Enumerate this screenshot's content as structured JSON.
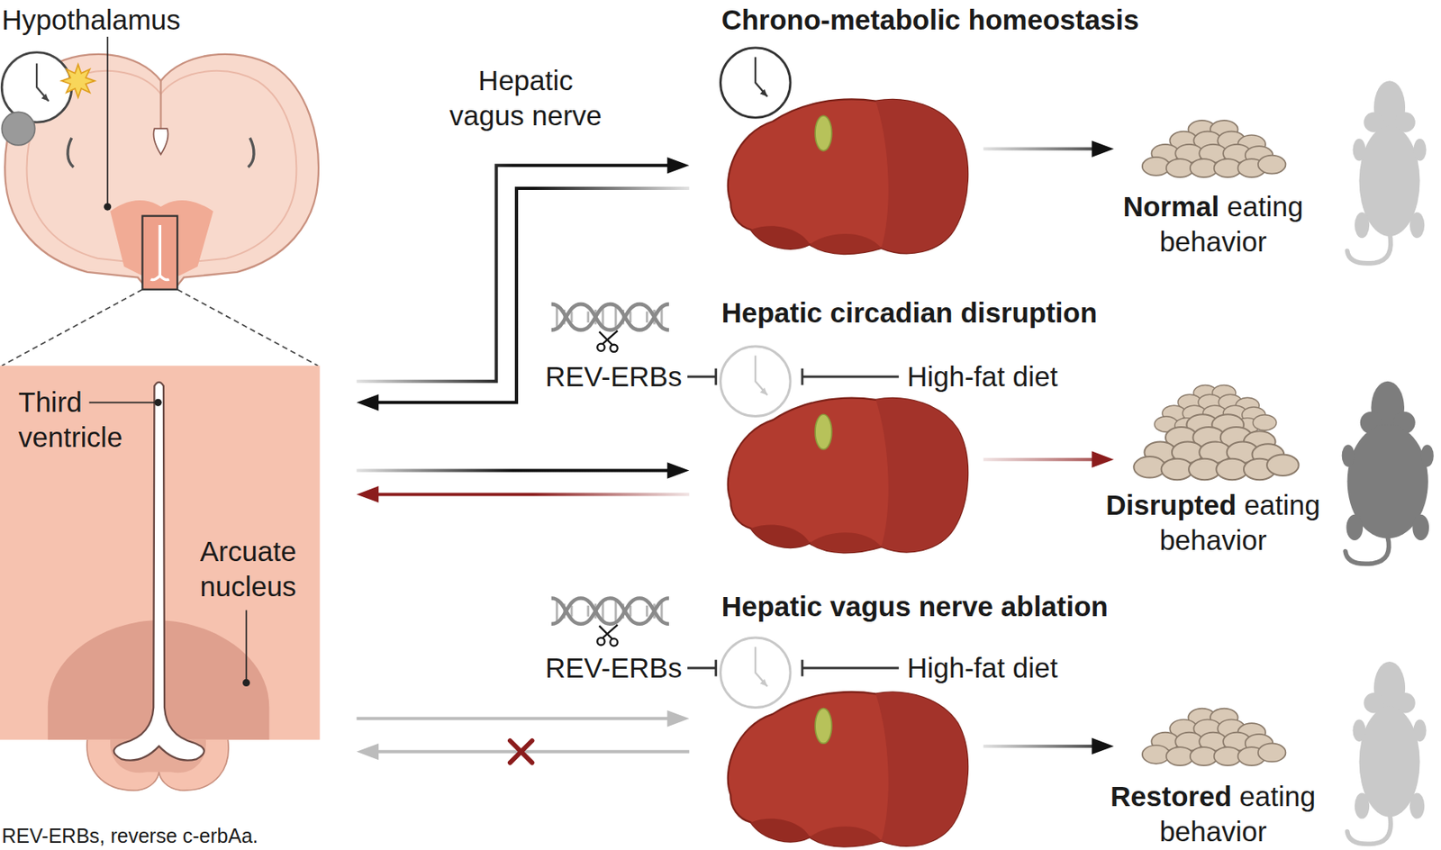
{
  "diagram": {
    "caption": "REV-ERBs, reverse c-erbAa.",
    "nodes": [
      {
        "text": [
          "Third ventricle",
          "Arcuate nucleus"
        ]
      },
      {
        "text": [
          "Chrono-metabolic homeostasis"
        ]
      },
      {
        "text": [
          "Normal",
          "eating behavior"
        ]
      },
      {
        "text": [
          "Hepatic circadian disruption"
        ]
      },
      {
        "text": [
          "Disrupted",
          "eating behavior"
        ]
      },
      {
        "text": [
          "Hepatic vagus nerve ablation"
        ]
      },
      {
        "text": [
          "Restored",
          "eating behavior"
        ]
      }
    ],
    "edges": [
      {
        "from": 0,
        "to": 1,
        "arrow": "to"
      },
      {
        "from": 1,
        "to": 0,
        "arrow": "to"
      },
      {
        "from": 0,
        "to": 3,
        "arrow": "to"
      },
      {
        "from": 3,
        "to": 0,
        "arrow": "to"
      },
      {
        "from": 0,
        "to": 5,
        "arrow": "to"
      },
      {
        "from": 5,
        "to": 0,
        "arrow": "to"
      },
      {
        "from": 1,
        "to": 2,
        "arrow": "to"
      },
      {
        "from": 3,
        "to": 4,
        "arrow": "to"
      },
      {
        "from": 5,
        "to": 6,
        "arrow": "to"
      }
    ],
    "labels": [
      "Hypothalamus",
      "Hepatic vagus nerve",
      "REV-ERBs",
      "High-fat diet",
      "REV-ERBs",
      "High-fat diet"
    ]
  }
}
